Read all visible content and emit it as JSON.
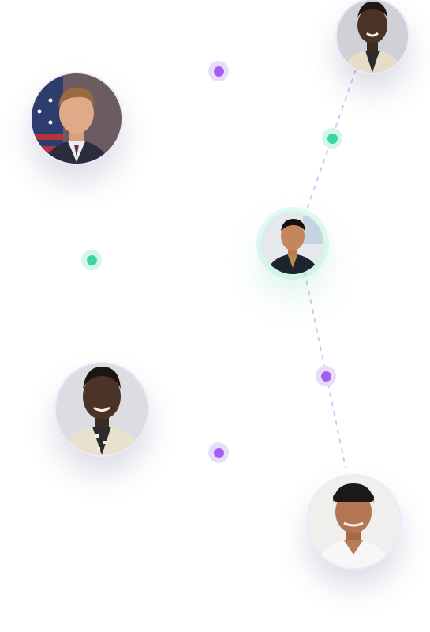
{
  "network": {
    "connector_color": "#cfc8f5",
    "accent_purple": "#a35ff0",
    "accent_green": "#39d6a0",
    "people": [
      {
        "id": "man-suit-flag",
        "icon": "person-photo"
      },
      {
        "id": "woman-top-right",
        "icon": "person-photo"
      },
      {
        "id": "man-center-highlighted",
        "icon": "person-photo"
      },
      {
        "id": "woman-left",
        "icon": "person-photo"
      },
      {
        "id": "man-headwrap",
        "icon": "person-photo"
      }
    ],
    "nodes": [
      {
        "color": "purple"
      },
      {
        "color": "green"
      },
      {
        "color": "green"
      },
      {
        "color": "purple"
      },
      {
        "color": "purple"
      }
    ]
  }
}
